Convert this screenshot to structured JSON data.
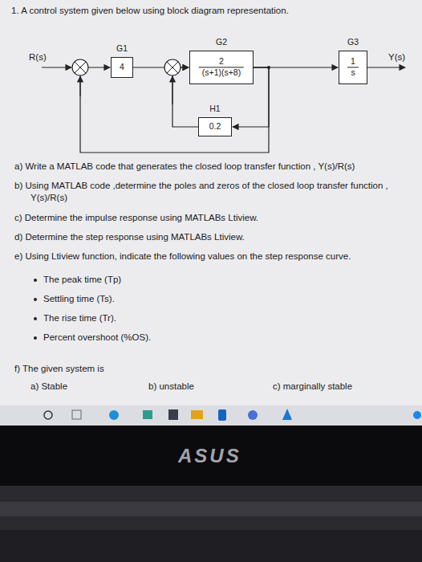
{
  "diagram": {
    "title": "1. A control system given below using block diagram representation.",
    "nodes": [
      {
        "text": [
          "G1",
          "4"
        ]
      },
      {
        "text": [
          "G2",
          "2",
          "(s+1)(s+8)"
        ]
      },
      {
        "text": [
          "G3",
          "1",
          "s"
        ]
      },
      {
        "text": [
          "H1",
          "0.2"
        ]
      }
    ],
    "edges": [
      {
        "from": 0,
        "to": 1,
        "arrow": "to"
      },
      {
        "from": 1,
        "to": 2,
        "arrow": "to"
      },
      {
        "from": 1,
        "to": 3,
        "arrow": "to"
      },
      {
        "from": 3,
        "to": 1,
        "arrow": "to"
      },
      {
        "from": 1,
        "to": 0,
        "arrow": "to"
      }
    ],
    "labels": [
      "R(s)",
      "Y(s)",
      "a) Write a MATLAB code that generates the closed loop transfer function , Y(s)/R(s)",
      "b) Using MATLAB code ,determine the poles and zeros of the closed loop transfer function , Y(s)/R(s)",
      "c) Determine the impulse response using MATLABs Ltiview.",
      "d) Determine the step response using MATLABs Ltiview.",
      "e) Using Ltiview function, indicate the following values on the step response curve.",
      "The peak time (Tp)",
      "Settling time (Ts).",
      "The rise time (Tr).",
      "Percent overshoot (%OS).",
      "f) The given system is",
      "a) Stable",
      "b) unstable",
      "c) marginally stable",
      "ASUS"
    ]
  }
}
